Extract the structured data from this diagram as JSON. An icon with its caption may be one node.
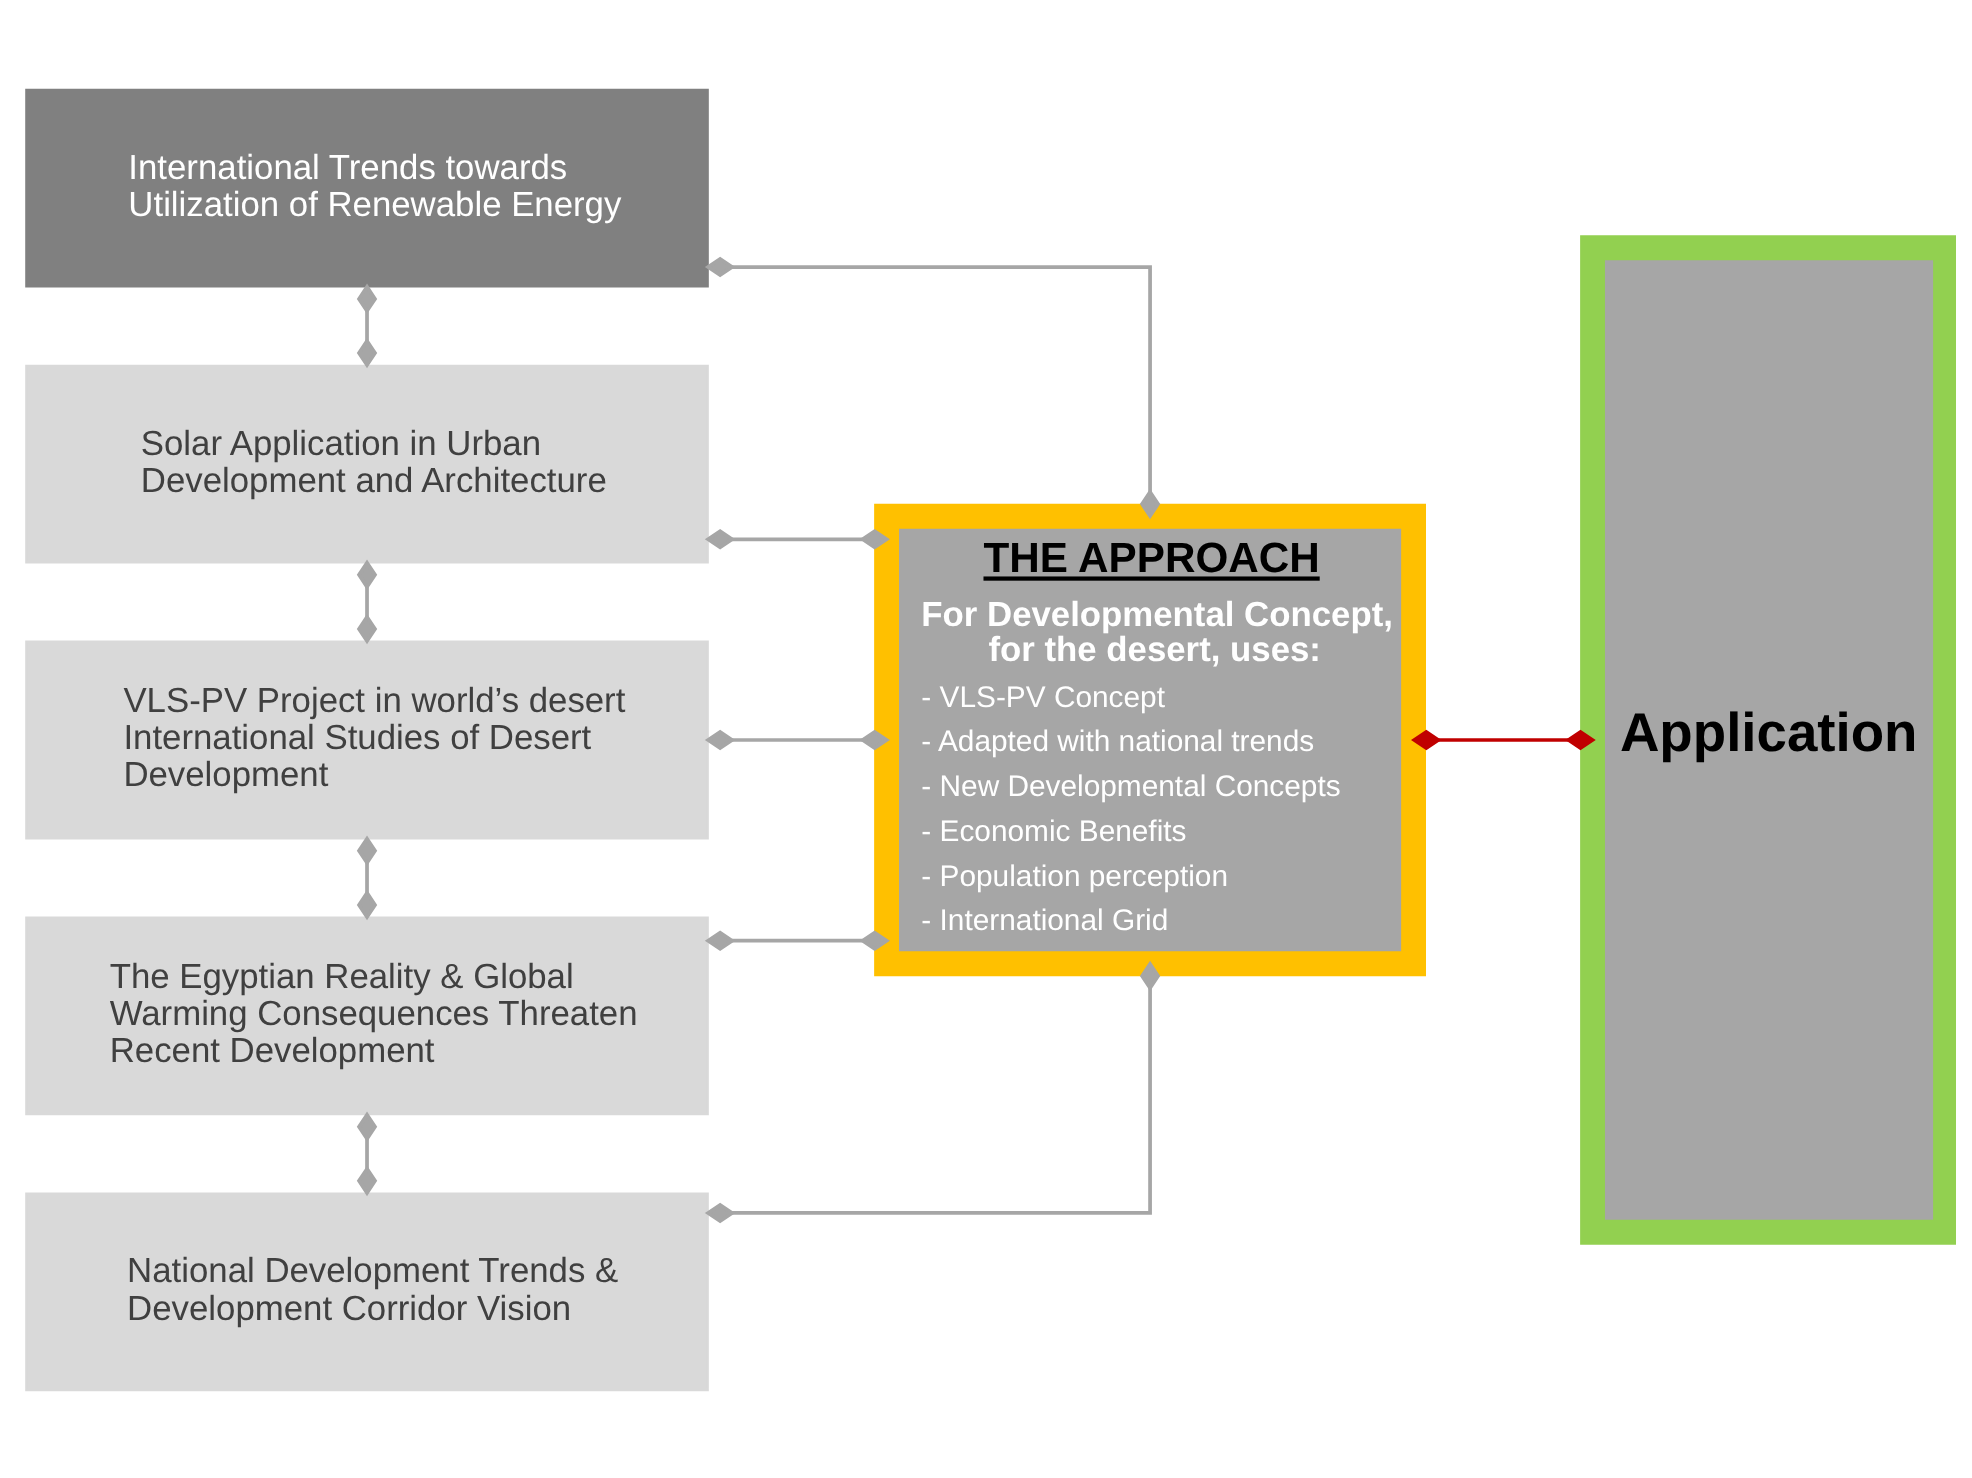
{
  "diagram": {
    "nodes": [
      {
        "text": [
          "International Trends towards Utilization of Renewable Energy"
        ]
      },
      {
        "text": [
          "Solar Application in Urban Development and Architecture"
        ]
      },
      {
        "text": [
          "VLS-PV Project in world’s desert International Studies of Desert Development"
        ]
      },
      {
        "text": [
          "The Egyptian Reality & Global Warming Consequences Threaten Recent Development"
        ]
      },
      {
        "text": [
          "National Development Trends & Development Corridor Vision"
        ]
      },
      {
        "text": [
          "THE APPROACH",
          "For Developmental Concept, for the desert, uses:",
          "- VLS-PV Concept",
          "- Adapted with national trends",
          "- New Developmental Concepts",
          "- Economic Benefits",
          "- Population perception",
          "- International Grid"
        ]
      },
      {
        "text": [
          "Application"
        ]
      }
    ],
    "edges": [
      {
        "from": 0,
        "to": 1,
        "arrow": "other"
      },
      {
        "from": 1,
        "to": 2,
        "arrow": "other"
      },
      {
        "from": 2,
        "to": 3,
        "arrow": "other"
      },
      {
        "from": 3,
        "to": 4,
        "arrow": "other"
      },
      {
        "from": 0,
        "to": 5,
        "arrow": "other"
      },
      {
        "from": 1,
        "to": 5,
        "arrow": "other"
      },
      {
        "from": 2,
        "to": 5,
        "arrow": "other"
      },
      {
        "from": 3,
        "to": 5,
        "arrow": "other"
      },
      {
        "from": 4,
        "to": 5,
        "arrow": "other"
      },
      {
        "from": 5,
        "to": 6,
        "arrow": "other",
        "color": "#c00000"
      }
    ]
  }
}
